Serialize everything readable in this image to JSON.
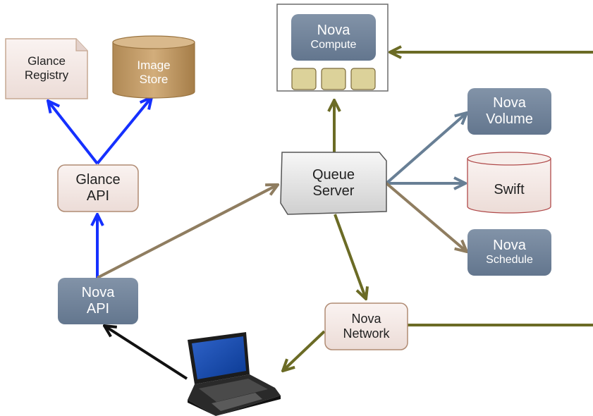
{
  "glance_registry": {
    "line1": "Glance",
    "line2": "Registry"
  },
  "image_store": {
    "line1": "Image",
    "line2": "Store"
  },
  "glance_api": {
    "line1": "Glance",
    "line2": "API"
  },
  "nova_api": {
    "line1": "Nova",
    "line2": "API"
  },
  "nova_compute": {
    "line1": "Nova",
    "line2": "Compute"
  },
  "queue_server": {
    "line1": "Queue",
    "line2": "Server"
  },
  "nova_volume": {
    "line1": "Nova",
    "line2": "Volume"
  },
  "swift": {
    "label": "Swift"
  },
  "nova_schedule": {
    "line1": "Nova",
    "line2": "Schedule"
  },
  "nova_network": {
    "line1": "Nova",
    "line2": "Network"
  },
  "colors": {
    "blue_arrow": "#1530ff",
    "olive_arrow": "#6b6b25",
    "tan_arrow": "#8f7d60",
    "slate_arrow": "#687f95",
    "black_arrow": "#111111",
    "slate_box": "#6f8198",
    "pink_box": "#f4e9e6",
    "box_border": "#b08b73",
    "compute_slot": "#dcd29a"
  },
  "icons": {
    "client": "laptop-icon"
  }
}
